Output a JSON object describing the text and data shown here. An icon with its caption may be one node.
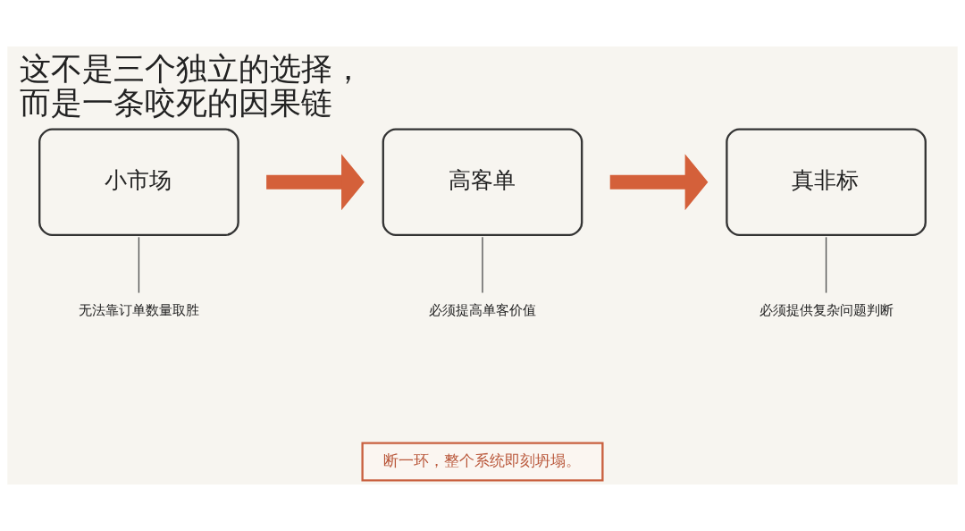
{
  "diagram": {
    "title": "这不是三个独立的选择，而是一条咬死的因果链",
    "nodes": [
      {
        "text": [
          "小市场"
        ]
      },
      {
        "text": [
          "高客单"
        ]
      },
      {
        "text": [
          "真非标"
        ]
      },
      {
        "text": [
          "无法靠订单数量取胜"
        ]
      },
      {
        "text": [
          "必须提高单客价值"
        ]
      },
      {
        "text": [
          "必须提供复杂问题判断"
        ]
      },
      {
        "text": [
          "断一环，整个系统即刻坍塌。"
        ]
      }
    ],
    "edges": [
      {
        "from": 0,
        "to": 1,
        "arrow": "to",
        "style": "thick",
        "color": "#d4603a"
      },
      {
        "from": 1,
        "to": 2,
        "arrow": "to",
        "style": "thick",
        "color": "#d4603a"
      },
      {
        "from": 0,
        "to": 3,
        "arrow": "none"
      },
      {
        "from": 1,
        "to": 4,
        "arrow": "none"
      },
      {
        "from": 2,
        "to": 5,
        "arrow": "none"
      }
    ]
  }
}
